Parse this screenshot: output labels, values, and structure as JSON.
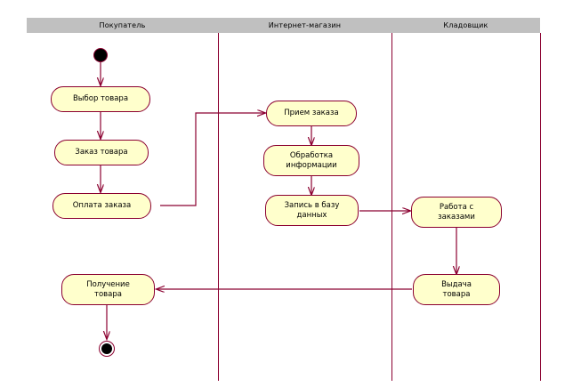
{
  "diagram": {
    "type": "uml-activity-diagram",
    "colors": {
      "node_fill": "#ffffcc",
      "node_border": "#8b0030",
      "lane_header_fill": "#c0c0c0",
      "connector": "#8b0030",
      "marker_fill": "#000000",
      "background": "#ffffff"
    }
  },
  "lanes": [
    {
      "id": "lane-buyer",
      "label": "Покупатель"
    },
    {
      "id": "lane-shop",
      "label": "Интернет-магазин"
    },
    {
      "id": "lane-storeman",
      "label": "Кладовщик"
    }
  ],
  "nodes": [
    {
      "id": "select-goods",
      "label": "Выбор товара",
      "lane": "lane-buyer"
    },
    {
      "id": "order-goods",
      "label": "Заказ товара",
      "lane": "lane-buyer"
    },
    {
      "id": "pay-order",
      "label": "Оплата заказа",
      "lane": "lane-buyer"
    },
    {
      "id": "receive-goods",
      "label": "Получение\nтовара",
      "lane": "lane-buyer"
    },
    {
      "id": "accept-order",
      "label": "Прием заказа",
      "lane": "lane-shop"
    },
    {
      "id": "process-info",
      "label": "Обработка\nинформации",
      "lane": "lane-shop"
    },
    {
      "id": "write-database",
      "label": "Запись в базу\nданных",
      "lane": "lane-shop"
    },
    {
      "id": "work-orders",
      "label": "Работа с\nзаказами",
      "lane": "lane-storeman"
    },
    {
      "id": "issue-goods",
      "label": "Выдача\nтовара",
      "lane": "lane-storeman"
    }
  ],
  "markers": [
    {
      "id": "start-marker",
      "kind": "initial-node"
    },
    {
      "id": "end-marker",
      "kind": "final-node"
    }
  ],
  "flows": [
    {
      "from": "start-marker",
      "to": "select-goods"
    },
    {
      "from": "select-goods",
      "to": "order-goods"
    },
    {
      "from": "order-goods",
      "to": "pay-order"
    },
    {
      "from": "pay-order",
      "to": "accept-order"
    },
    {
      "from": "accept-order",
      "to": "process-info"
    },
    {
      "from": "process-info",
      "to": "write-database"
    },
    {
      "from": "write-database",
      "to": "work-orders"
    },
    {
      "from": "work-orders",
      "to": "issue-goods"
    },
    {
      "from": "issue-goods",
      "to": "receive-goods"
    },
    {
      "from": "receive-goods",
      "to": "end-marker"
    }
  ]
}
